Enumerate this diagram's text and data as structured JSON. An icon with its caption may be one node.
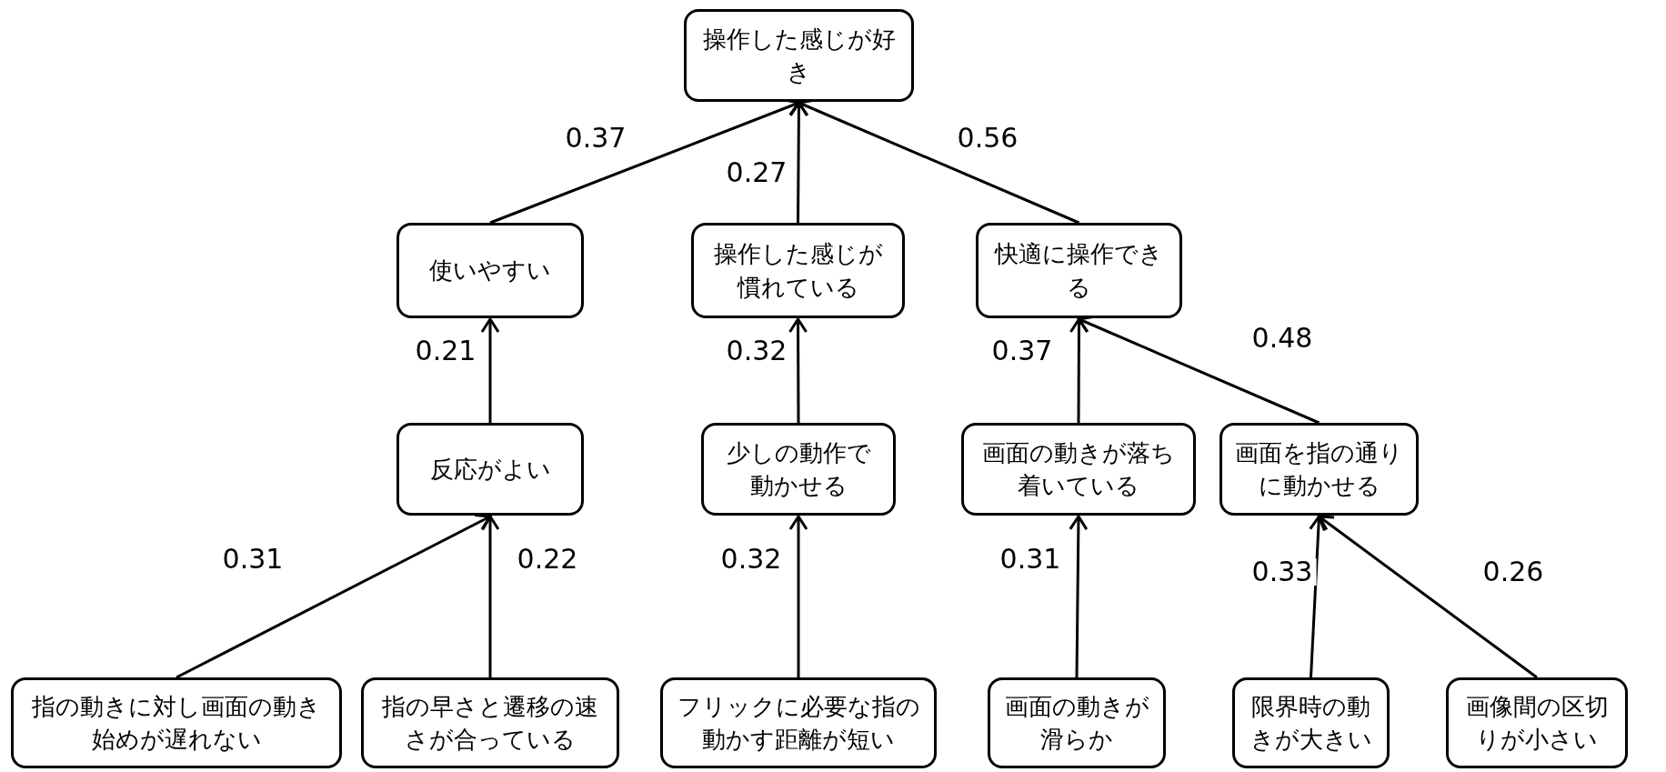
{
  "diagram": {
    "nodes": [
      {
        "text": [
          "操作した感じが好き"
        ]
      },
      {
        "text": [
          "使いやすい"
        ]
      },
      {
        "text": [
          "操作した感じが慣れている"
        ]
      },
      {
        "text": [
          "快適に操作できる"
        ]
      },
      {
        "text": [
          "反応がよい"
        ]
      },
      {
        "text": [
          "少しの動作で動かせる"
        ]
      },
      {
        "text": [
          "画面の動きが落ち着いている"
        ]
      },
      {
        "text": [
          "画面を指の通りに動かせる"
        ]
      },
      {
        "text": [
          "指の動きに対し画面の動き始めが遅れない"
        ]
      },
      {
        "text": [
          "指の早さと遷移の速さが合っている"
        ]
      },
      {
        "text": [
          "フリックに必要な指の動かす距離が短い"
        ]
      },
      {
        "text": [
          "画面の動きが滑らか"
        ]
      },
      {
        "text": [
          "限界時の動きが大きい"
        ]
      },
      {
        "text": [
          "画像間の区切りが小さい"
        ]
      }
    ],
    "edges": [
      {
        "from": 1,
        "to": 0,
        "arrow": "to",
        "label": "0.37"
      },
      {
        "from": 2,
        "to": 0,
        "arrow": "to",
        "label": "0.27"
      },
      {
        "from": 3,
        "to": 0,
        "arrow": "to",
        "label": "0.56"
      },
      {
        "from": 4,
        "to": 1,
        "arrow": "to",
        "label": "0.21"
      },
      {
        "from": 5,
        "to": 2,
        "arrow": "to",
        "label": "0.32"
      },
      {
        "from": 6,
        "to": 3,
        "arrow": "to",
        "label": "0.37"
      },
      {
        "from": 7,
        "to": 3,
        "arrow": "to",
        "label": "0.48"
      },
      {
        "from": 8,
        "to": 4,
        "arrow": "to",
        "label": "0.31"
      },
      {
        "from": 9,
        "to": 4,
        "arrow": "to",
        "label": "0.22"
      },
      {
        "from": 10,
        "to": 5,
        "arrow": "to",
        "label": "0.32"
      },
      {
        "from": 11,
        "to": 6,
        "arrow": "to",
        "label": "0.31"
      },
      {
        "from": 12,
        "to": 7,
        "arrow": "to",
        "label": "0.33"
      },
      {
        "from": 13,
        "to": 7,
        "arrow": "to",
        "label": "0.26"
      }
    ]
  }
}
